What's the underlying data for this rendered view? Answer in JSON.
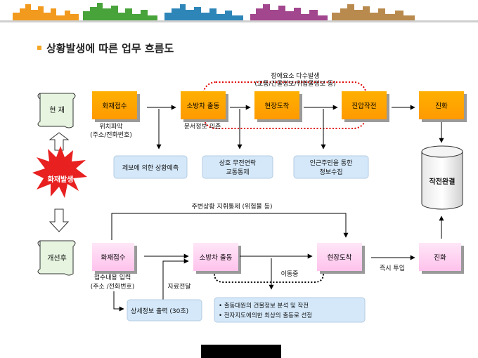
{
  "title": "상황발생에 따른 업무 흐름도",
  "side": {
    "current": "현  재",
    "fire": "화재발생",
    "improved": "개선후"
  },
  "current_flow": {
    "steps": [
      "화재접수",
      "소방차 출동",
      "현장도착",
      "진압작전",
      "진화"
    ],
    "note_top": [
      "장애요소 다수발생",
      "(교통/건물정보/위험물정보 등)"
    ],
    "note_reception": [
      "위치파악",
      "(주소/전화번호)"
    ],
    "note_dispatch": "문서정보 의존",
    "info_boxes": [
      "제보에 의한 상황예측",
      "상호 무전연락\n교통통제",
      "인근주민을 통한\n정보수집"
    ]
  },
  "done": "작전완결",
  "improved_flow": {
    "steps": [
      "화재접수",
      "소방차 출동",
      "현장도착",
      "진화"
    ],
    "note_top": "주변상황 지휘통제 (위험물 등)",
    "note_reception": [
      "접수내용 입력",
      "(주소 /전화번호)"
    ],
    "note_transfer": "자료전달",
    "note_moving": "이동중",
    "note_deploy": "즉시 투입",
    "output_box": "상세정보 출력 (30초)",
    "bullets": [
      "출동대원의 건물정보 분석 및 작전",
      "전자지도에의한 최상의 출동로 선정"
    ]
  },
  "colors": {
    "orange_box": "#FFA500",
    "pink_box": "#FFCCF0",
    "info_box": "#D4E8FA",
    "title_bullet": "#F5A623",
    "dotted": "#E00000",
    "fire_burst": "#E82020"
  }
}
